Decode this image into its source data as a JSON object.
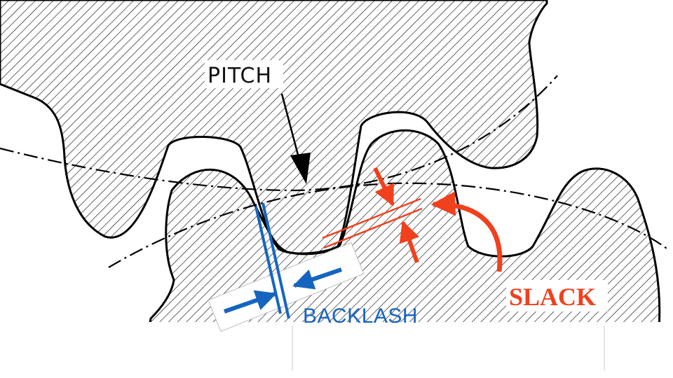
{
  "labels": {
    "pitch": "PITCH",
    "backlash": "BACKLASH",
    "slack": "SLACK"
  },
  "colors": {
    "backlash": "#1565c0",
    "slack": "#f0401c",
    "outline": "#000000"
  }
}
